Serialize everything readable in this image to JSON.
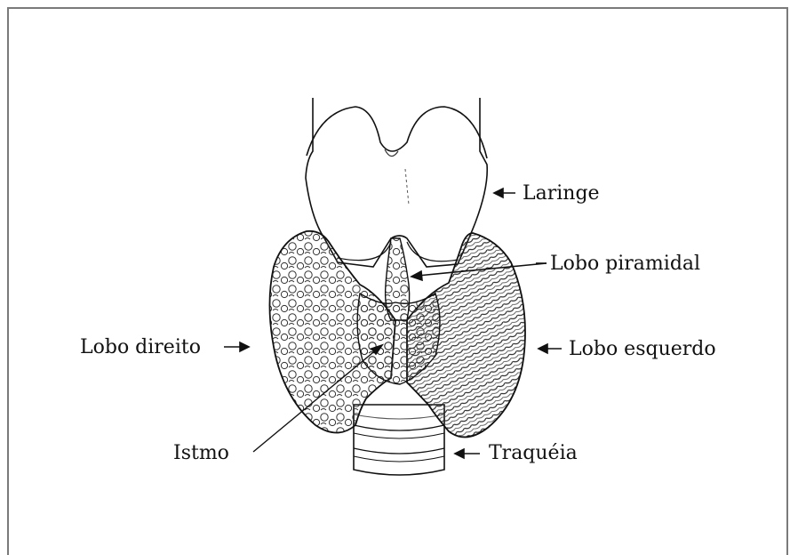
{
  "labels": {
    "larynx": "Laringe",
    "pyramidal_lobe": "Lobo piramidal",
    "right_lobe": "Lobo direito",
    "left_lobe": "Lobo esquerdo",
    "isthmus": "Istmo",
    "trachea": "Traquéia"
  },
  "colors": {
    "ink": "#111111",
    "frame": "#7a7a7a",
    "background": "#ffffff"
  }
}
